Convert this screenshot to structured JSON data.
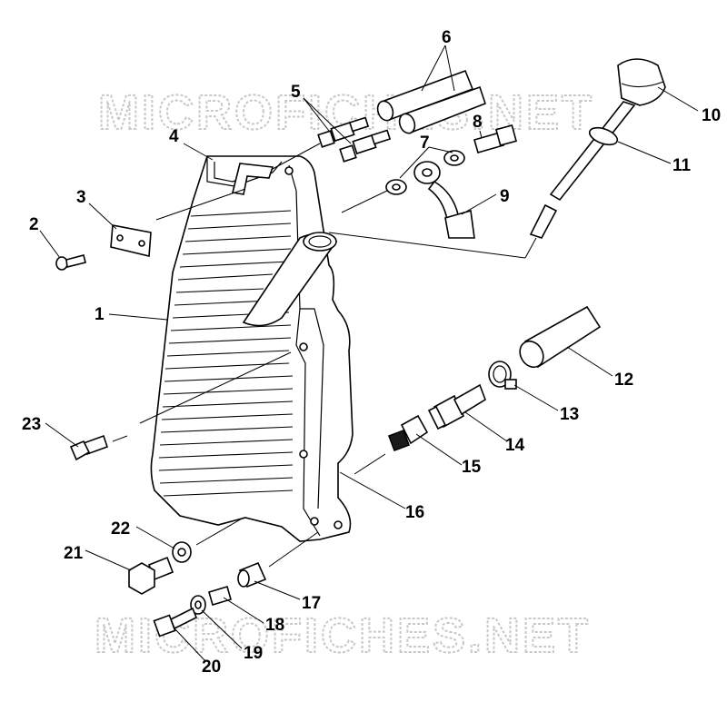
{
  "watermark": "MICROFICHES.NET",
  "callouts": [
    "1",
    "2",
    "3",
    "4",
    "5",
    "6",
    "7",
    "8",
    "9",
    "10",
    "11",
    "12",
    "13",
    "14",
    "15",
    "16",
    "17",
    "18",
    "19",
    "20",
    "21",
    "22",
    "23"
  ]
}
